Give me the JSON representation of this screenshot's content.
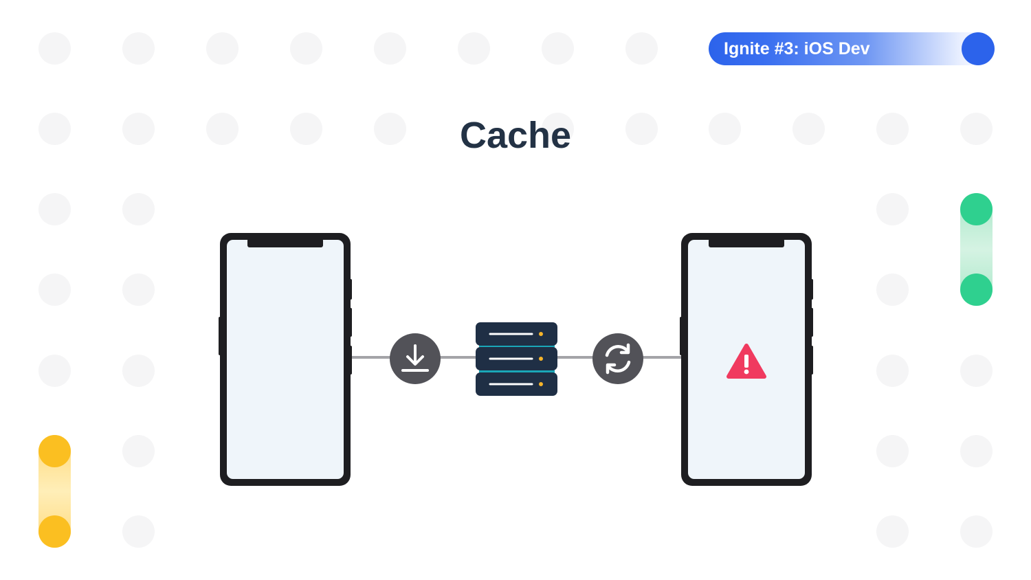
{
  "badge": {
    "label": "Ignite #3: iOS Dev"
  },
  "title": "Cache",
  "diagram": {
    "nodes": [
      {
        "id": "phone-left",
        "kind": "phone",
        "icon": "none"
      },
      {
        "id": "download",
        "kind": "action-circle",
        "icon": "download-icon"
      },
      {
        "id": "server",
        "kind": "server-stack",
        "icon": "server-icon"
      },
      {
        "id": "sync",
        "kind": "action-circle",
        "icon": "refresh-icon"
      },
      {
        "id": "phone-right",
        "kind": "phone",
        "icon": "warning-icon"
      }
    ]
  },
  "colors": {
    "brand_blue": "#2c63eb",
    "title_text": "#233245",
    "phone_frame": "#1e1e21",
    "phone_screen": "#eff5fa",
    "connector": "#a4a4a8",
    "action_circle": "#525258",
    "server_unit": "#1f2f45",
    "server_accent": "#1aa7b8",
    "server_light": "#f7b52a",
    "warning": "#f03a5f",
    "green": "#2fd08f",
    "yellow": "#fbbf21"
  }
}
